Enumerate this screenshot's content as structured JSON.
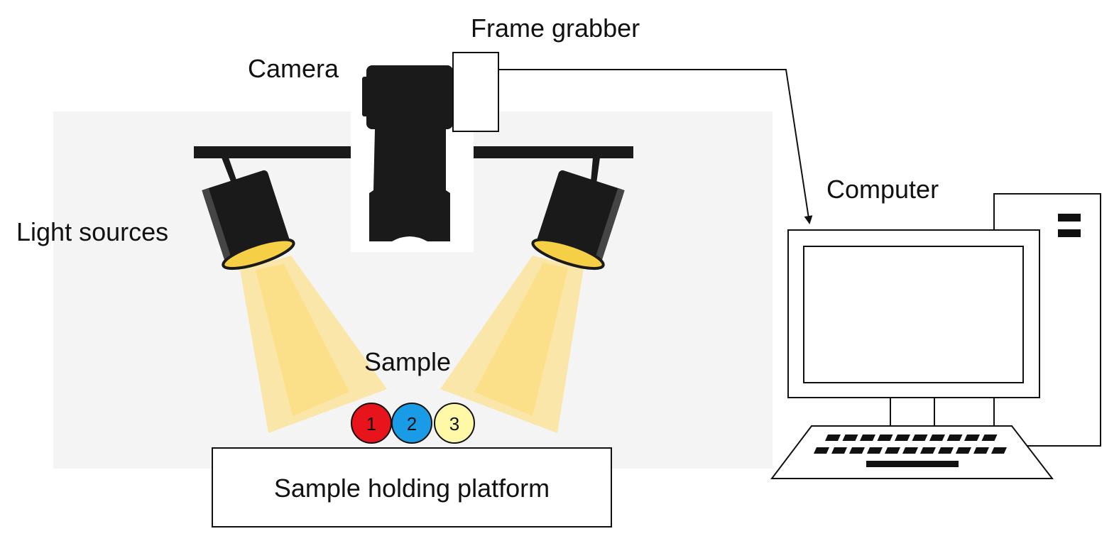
{
  "labels": {
    "frame_grabber": "Frame grabber",
    "camera": "Camera",
    "light_sources": "Light sources",
    "computer": "Computer",
    "sample": "Sample",
    "platform": "Sample holding platform"
  },
  "samples": [
    {
      "number": "1",
      "color": "#e8141b"
    },
    {
      "number": "2",
      "color": "#1a9be6"
    },
    {
      "number": "3",
      "color": "#fff8a6"
    }
  ],
  "colors": {
    "background_panel": "#f4f4f4",
    "equipment": "#1a1a1a",
    "light_lens": "#f5cf45",
    "light_beam": "#fde089",
    "outline": "#111111"
  }
}
